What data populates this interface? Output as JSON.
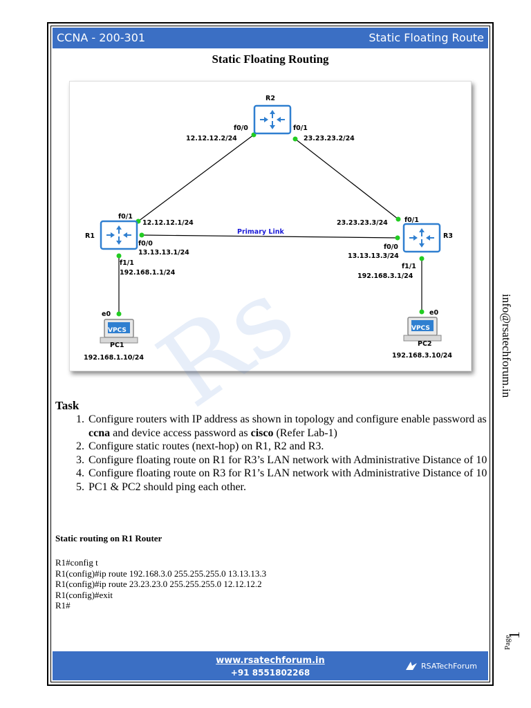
{
  "header": {
    "left": "CCNA - 200-301",
    "right": "Static Floating Route"
  },
  "title": "Static Floating Routing",
  "diagram": {
    "routers": {
      "r1": "R1",
      "r2": "R2",
      "r3": "R3"
    },
    "interfaces": {
      "r2_f00": "f0/0",
      "r2_f01": "f0/1",
      "r1_f01": "f0/1",
      "r1_f00": "f0/0",
      "r1_f11": "f1/1",
      "r3_f01": "f0/1",
      "r3_f00": "f0/0",
      "r3_f11": "f1/1",
      "pc1_e0": "e0",
      "pc2_e0": "e0"
    },
    "ips": {
      "r2_f00": "12.12.12.2/24",
      "r2_f01": "23.23.23.2/24",
      "r1_f01": "12.12.12.1/24",
      "r1_f00": "13.13.13.1/24",
      "r1_f11": "192.168.1.1/24",
      "r3_f01": "23.23.23.3/24",
      "r3_f00": "13.13.13.3/24",
      "r3_f11": "192.168.3.1/24",
      "pc1": "192.168.1.10/24",
      "pc2": "192.168.3.10/24"
    },
    "primary_link": "Primary Link",
    "pcs": {
      "pc1": "PC1",
      "pc2": "PC2"
    },
    "vpcs_label": "VPCS"
  },
  "watermark": "Rs",
  "task": {
    "heading": "Task",
    "items": [
      {
        "before": "Configure routers with IP address as shown in topology and configure enable password as ",
        "bold1": "ccna",
        "middle": " and device access password as ",
        "bold2": "cisco",
        "after": " (Refer Lab-1)"
      },
      {
        "text": "Configure static routes (next-hop) on R1, R2 and R3."
      },
      {
        "text": "Configure floating route on R1 for R3’s LAN network with Administrative Distance of 10"
      },
      {
        "text": "Configure floating route on R3 for R1’s LAN network with Administrative Distance of 10"
      },
      {
        "text": "PC1 & PC2 should ping each other."
      }
    ]
  },
  "section": {
    "heading": "Static routing on R1 Router",
    "commands": [
      "R1#config t",
      "R1(config)#ip route 192.168.3.0 255.255.255.0 13.13.13.3",
      "R1(config)#ip route 23.23.23.0 255.255.255.0 12.12.12.2",
      "R1(config)#exit",
      "R1#"
    ]
  },
  "side_email": "info@rsatechforum.in",
  "page": {
    "label": "Page",
    "number": "1"
  },
  "footer": {
    "url": "www.rsatechforum.in",
    "phone": "+91 8551802268",
    "logo": "RSATechForum"
  },
  "colors": {
    "header_bg": "#3b6fc4",
    "link_dot": "#22cc22",
    "router_blue": "#2f7fd0",
    "label_blue": "#1a1ad8"
  }
}
